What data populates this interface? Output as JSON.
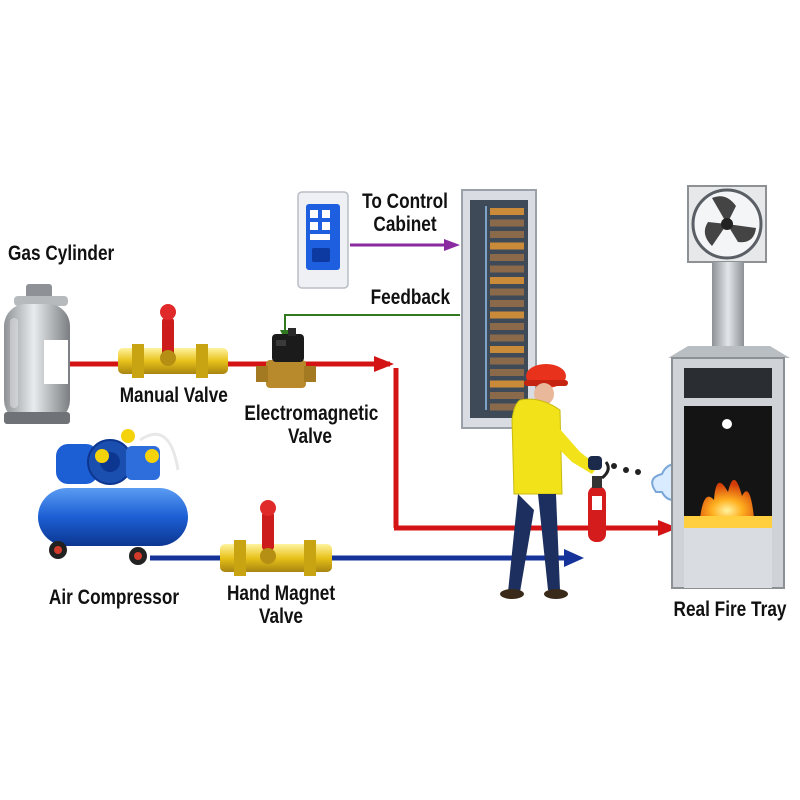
{
  "labels": {
    "gas_cylinder": "Gas Cylinder",
    "manual_valve": "Manual Valve",
    "electromagnetic_valve": {
      "line1": "Electromagnetic",
      "line2": "Valve"
    },
    "to_control_cabinet": {
      "line1": "To Control",
      "line2": "Cabinet"
    },
    "feedback": "Feedback",
    "air_compressor": "Air Compressor",
    "hand_magnet_valve": {
      "line1": "Hand Magnet",
      "line2": "Valve"
    },
    "real_fire_tray": "Real Fire Tray"
  },
  "colors": {
    "gas_line": "#d41414",
    "air_line": "#16339a",
    "signal_line": "#8a2aa0",
    "feedback_line": "#2f7a1f",
    "valve_brass": "#e8c21a",
    "valve_handle": "#cc1c1c",
    "compressor_blue": "#1c5fd4",
    "cabinet_frame": "#d9dde3",
    "fire_orange": "#ff8a10"
  },
  "icons": [
    "gas-cylinder-icon",
    "manual-valve-icon",
    "electromagnetic-valve-icon",
    "control-panel-icon",
    "control-cabinet-icon",
    "air-compressor-icon",
    "hand-magnet-valve-icon",
    "firefighter-figure",
    "fire-extinguisher-icon",
    "smoke-cloud-icon",
    "exhaust-fan-icon",
    "fire-tray-icon"
  ]
}
